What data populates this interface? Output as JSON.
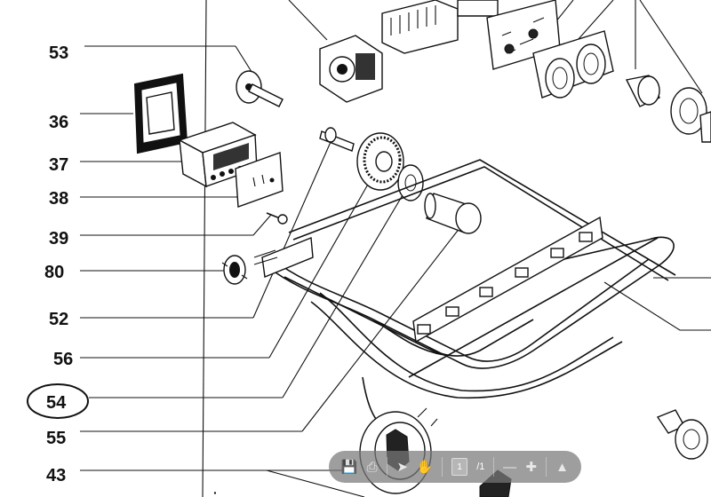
{
  "diagram": {
    "part_numbers": {
      "n53": "53",
      "n36": "36",
      "n37": "37",
      "n38": "38",
      "n39": "39",
      "n80": "80",
      "n52": "52",
      "n56": "56",
      "n54": "54",
      "n55": "55",
      "n43": "43"
    },
    "highlighted_part": "54"
  },
  "viewer_toolbar": {
    "page_current": "1",
    "page_total": "/1",
    "icons": [
      "save-icon",
      "print-icon",
      "pointer-icon",
      "hand-icon",
      "zoom-out-icon",
      "zoom-in-icon",
      "pdf-icon"
    ]
  }
}
